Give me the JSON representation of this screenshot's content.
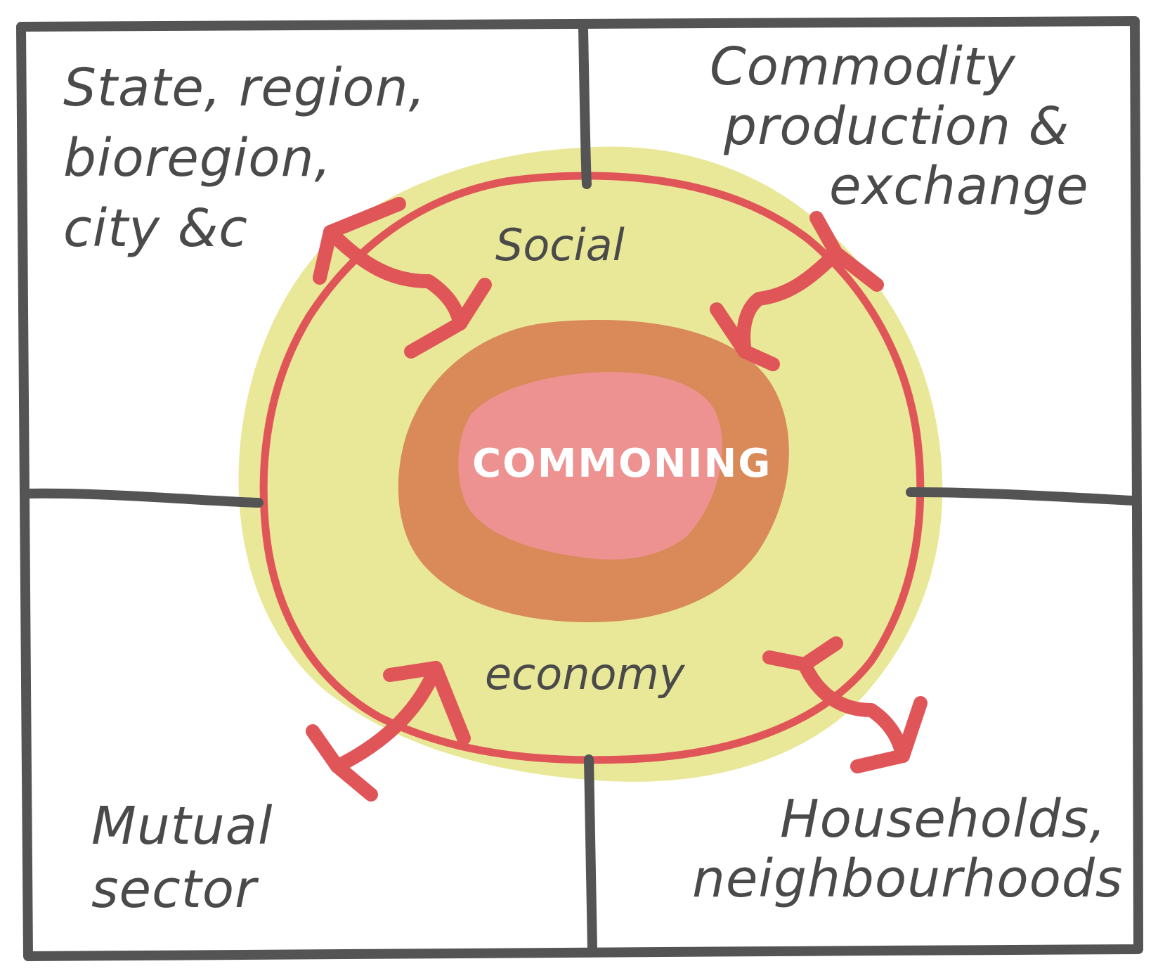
{
  "diagram": {
    "quadrants": {
      "top_left": [
        "State, region,",
        "bioregion,",
        "city &c"
      ],
      "top_right": [
        "Commodity",
        "production &",
        "exchange"
      ],
      "bottom_left": [
        "Mutual",
        "sector"
      ],
      "bottom_right": [
        "Households,",
        "neighbourhoods"
      ]
    },
    "ring": {
      "top_label": "Social",
      "bottom_label": "economy"
    },
    "center": {
      "label": "COMMONING"
    },
    "colors": {
      "grid": "#545454",
      "halo": "#e8e898",
      "ring": "#e05658",
      "core_outer": "#d98a58",
      "core_inner": "#ed9290",
      "text": "#4a4a4a"
    }
  }
}
